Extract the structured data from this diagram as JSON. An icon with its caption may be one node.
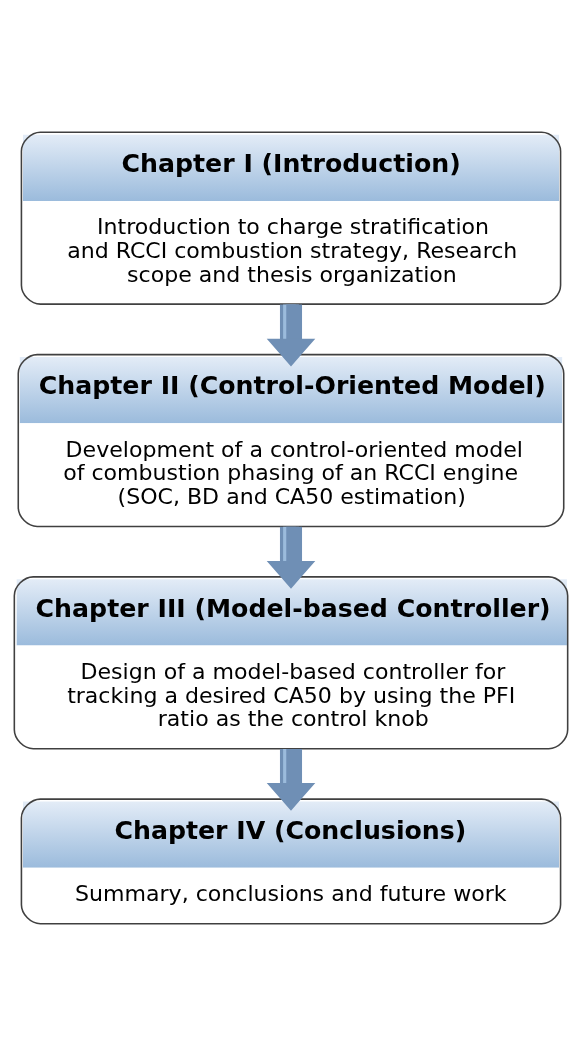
{
  "diagram": {
    "nodes": [
      {
        "text": [
          "Chapter I (Introduction)",
          "Introduction to charge stratification and RCCI combustion strategy, Research scope and thesis organization"
        ]
      },
      {
        "text": [
          "Chapter II (Control-Oriented Model)",
          "Development of a control-oriented model of combustion phasing of an RCCI engine (SOC, BD and CA50 estimation)"
        ]
      },
      {
        "text": [
          "Chapter III (Model-based Controller)",
          "Design of a model-based controller for tracking a desired CA50 by using the PFI ratio as the control knob"
        ]
      },
      {
        "text": [
          "Chapter IV (Conclusions)",
          "Summary, conclusions and future work"
        ]
      }
    ],
    "edges": [
      {
        "from": 0,
        "to": 1,
        "arrow": "to"
      },
      {
        "from": 1,
        "to": 2,
        "arrow": "to"
      },
      {
        "from": 2,
        "to": 3,
        "arrow": "to"
      }
    ]
  }
}
